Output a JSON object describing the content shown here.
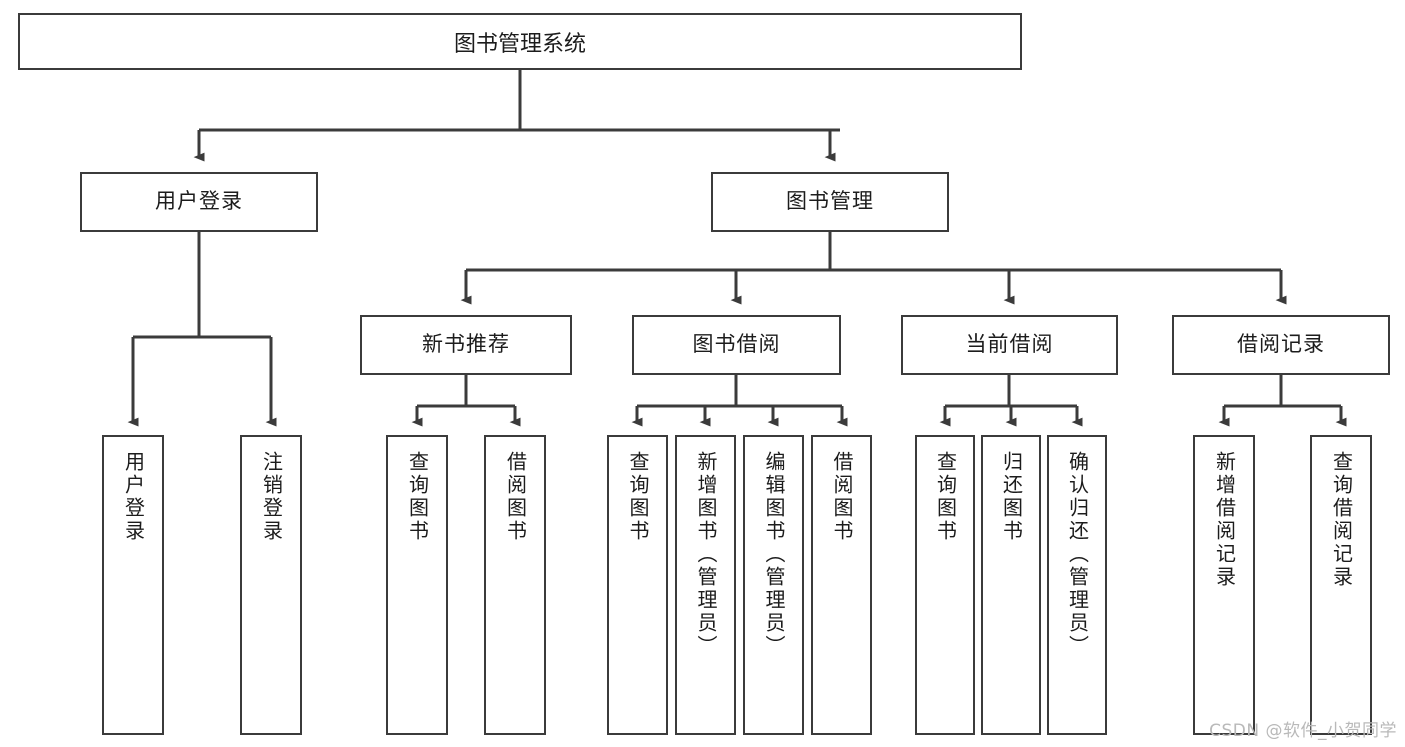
{
  "diagram": {
    "title": "图书管理系统",
    "type": "功能结构图",
    "colors": {
      "line": "#3b3b3b",
      "box_fill": "#ffffff",
      "text": "#1c1c1c",
      "background": "#ffffff",
      "watermark": "#b9b9b9"
    },
    "root": {
      "label": "图书管理系统"
    },
    "level1": [
      {
        "label": "用户登录"
      },
      {
        "label": "图书管理"
      }
    ],
    "level2": [
      {
        "label": "新书推荐"
      },
      {
        "label": "图书借阅"
      },
      {
        "label": "当前借阅"
      },
      {
        "label": "借阅记录"
      }
    ],
    "leaves": {
      "user_login": [
        {
          "label": "用户登录"
        },
        {
          "label": "注销登录"
        }
      ],
      "new_book_recommend": [
        {
          "label": "查询图书"
        },
        {
          "label": "借阅图书"
        }
      ],
      "book_borrow": [
        {
          "label": "查询图书"
        },
        {
          "label": "新增图书（管理员）"
        },
        {
          "label": "编辑图书（管理员）"
        },
        {
          "label": "借阅图书"
        }
      ],
      "current_borrow": [
        {
          "label": "查询图书"
        },
        {
          "label": "归还图书"
        },
        {
          "label": "确认归还（管理员）"
        }
      ],
      "borrow_record": [
        {
          "label": "新增借阅记录"
        },
        {
          "label": "查询借阅记录"
        }
      ]
    },
    "watermark": "CSDN @软件_小贺同学"
  }
}
